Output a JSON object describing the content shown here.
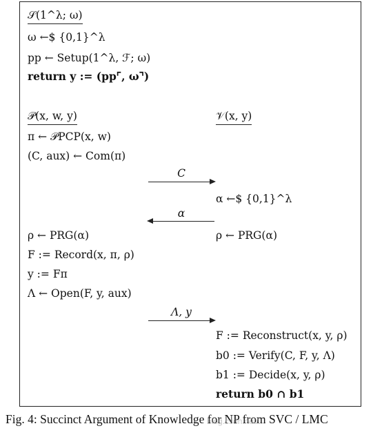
{
  "figure": {
    "setup": {
      "header": "𝒮(1^λ; ω)",
      "line1": "ω ←$ {0,1}^λ",
      "line2": "pp ← Setup(1^λ, ℱ; ω)",
      "line3": "return y := (pp⌜, ω⌝)"
    },
    "prover": {
      "header": "𝒫(x, w, y)",
      "lines": [
        "π ← 𝒫PCP(x, w)",
        "(C, aux) ← Com(π)",
        "ρ ← PRG(α)",
        "F := Record(x, π, ρ)",
        "y := Fπ",
        "Λ ← Open(F, y, aux)"
      ]
    },
    "verifier": {
      "header": "𝒱(x, y)",
      "lines": [
        "α ←$ {0,1}^λ",
        "ρ ← PRG(α)",
        "F := Reconstruct(x, y, ρ)",
        "b0 := Verify(C, F, y, Λ)",
        "b1 := Decide(x, y, ρ)",
        "return b0 ∩ b1"
      ]
    },
    "messages": [
      {
        "label": "C",
        "direction": "right"
      },
      {
        "label": "α",
        "direction": "left"
      },
      {
        "label": "Λ, y",
        "direction": "right"
      }
    ]
  },
  "caption": "Fig. 4: Succinct Argument of Knowledge for NP from SVC / LMC",
  "watermark": "blog.csdn.net/..."
}
